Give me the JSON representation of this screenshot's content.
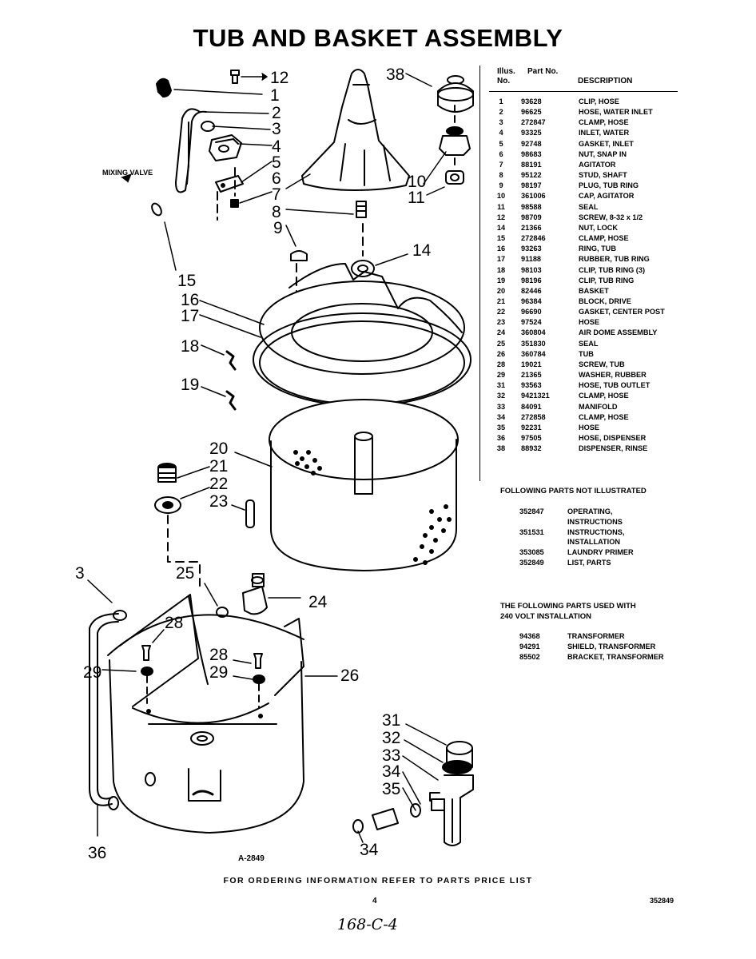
{
  "title": "TUB AND BASKET ASSEMBLY",
  "drawing_number": "A-2849",
  "mixing_valve_label": "MIXING VALVE",
  "table_header": {
    "illus": "Illus. No.",
    "part": "Part No.",
    "description": "DESCRIPTION"
  },
  "parts": [
    {
      "illus": "1",
      "part": "93628",
      "desc": "CLIP, HOSE"
    },
    {
      "illus": "2",
      "part": "96625",
      "desc": "HOSE, WATER INLET"
    },
    {
      "illus": "3",
      "part": "272847",
      "desc": "CLAMP, HOSE"
    },
    {
      "illus": "4",
      "part": "93325",
      "desc": "INLET, WATER"
    },
    {
      "illus": "5",
      "part": "92748",
      "desc": "GASKET, INLET"
    },
    {
      "illus": "6",
      "part": "98683",
      "desc": "NUT, SNAP IN"
    },
    {
      "illus": "7",
      "part": "88191",
      "desc": "AGITATOR"
    },
    {
      "illus": "8",
      "part": "95122",
      "desc": "STUD, SHAFT"
    },
    {
      "illus": "9",
      "part": "98197",
      "desc": "PLUG, TUB RING"
    },
    {
      "illus": "10",
      "part": "361006",
      "desc": "CAP, AGITATOR"
    },
    {
      "illus": "11",
      "part": "98588",
      "desc": "SEAL"
    },
    {
      "illus": "12",
      "part": "98709",
      "desc": "SCREW, 8-32 x 1/2"
    },
    {
      "illus": "14",
      "part": "21366",
      "desc": "NUT, LOCK"
    },
    {
      "illus": "15",
      "part": "272846",
      "desc": "CLAMP, HOSE"
    },
    {
      "illus": "16",
      "part": "93263",
      "desc": "RING, TUB"
    },
    {
      "illus": "17",
      "part": "91188",
      "desc": "RUBBER, TUB RING"
    },
    {
      "illus": "18",
      "part": "98103",
      "desc": "CLIP, TUB RING (3)"
    },
    {
      "illus": "19",
      "part": "98196",
      "desc": "CLIP, TUB RING"
    },
    {
      "illus": "20",
      "part": "82446",
      "desc": "BASKET"
    },
    {
      "illus": "21",
      "part": "96384",
      "desc": "BLOCK, DRIVE"
    },
    {
      "illus": "22",
      "part": "96690",
      "desc": "GASKET, CENTER POST"
    },
    {
      "illus": "23",
      "part": "97524",
      "desc": "HOSE"
    },
    {
      "illus": "24",
      "part": "360804",
      "desc": "AIR DOME ASSEMBLY"
    },
    {
      "illus": "25",
      "part": "351830",
      "desc": "SEAL"
    },
    {
      "illus": "26",
      "part": "360784",
      "desc": "TUB"
    },
    {
      "illus": "28",
      "part": "19021",
      "desc": "SCREW, TUB"
    },
    {
      "illus": "29",
      "part": "21365",
      "desc": "WASHER, RUBBER"
    },
    {
      "illus": "31",
      "part": "93563",
      "desc": "HOSE, TUB OUTLET"
    },
    {
      "illus": "32",
      "part": "9421321",
      "desc": "CLAMP, HOSE"
    },
    {
      "illus": "33",
      "part": "84091",
      "desc": "MANIFOLD"
    },
    {
      "illus": "34",
      "part": "272858",
      "desc": "CLAMP, HOSE"
    },
    {
      "illus": "35",
      "part": "92231",
      "desc": "HOSE"
    },
    {
      "illus": "36",
      "part": "97505",
      "desc": "HOSE, DISPENSER"
    },
    {
      "illus": "38",
      "part": "88932",
      "desc": "DISPENSER, RINSE"
    }
  ],
  "not_illustrated": {
    "heading": "FOLLOWING PARTS NOT ILLUSTRATED",
    "items": [
      {
        "part": "352847",
        "desc": "OPERATING,",
        "desc2": "INSTRUCTIONS"
      },
      {
        "part": "351531",
        "desc": "INSTRUCTIONS,",
        "desc2": "INSTALLATION"
      },
      {
        "part": "353085",
        "desc": "LAUNDRY PRIMER",
        "desc2": ""
      },
      {
        "part": "352849",
        "desc": "LIST, PARTS",
        "desc2": ""
      }
    ]
  },
  "volt_240": {
    "heading_line1": "THE FOLLOWING PARTS USED WITH",
    "heading_line2": "240 VOLT INSTALLATION",
    "items": [
      {
        "part": "94368",
        "desc": "TRANSFORMER"
      },
      {
        "part": "94291",
        "desc": "SHIELD, TRANSFORMER"
      },
      {
        "part": "85502",
        "desc": "BRACKET, TRANSFORMER"
      }
    ]
  },
  "footer": "FOR ORDERING INFORMATION REFER TO PARTS PRICE LIST",
  "page_number": "4",
  "document_number": "352849",
  "handwritten_note": "168-C-4",
  "callouts": {
    "c1": "1",
    "c2": "2",
    "c3": "3",
    "c3b": "3",
    "c4": "4",
    "c5": "5",
    "c6": "6",
    "c7": "7",
    "c8": "8",
    "c9": "9",
    "c10": "10",
    "c11": "11",
    "c12": "12",
    "c14": "14",
    "c15": "15",
    "c16": "16",
    "c17": "17",
    "c18": "18",
    "c19": "19",
    "c20": "20",
    "c21": "21",
    "c22": "22",
    "c23": "23",
    "c24": "24",
    "c25": "25",
    "c26": "26",
    "c28a": "28",
    "c28b": "28",
    "c29a": "29",
    "c29b": "29",
    "c31": "31",
    "c32": "32",
    "c33": "33",
    "c34a": "34",
    "c34b": "34",
    "c35": "35",
    "c36": "36",
    "c38": "38"
  }
}
